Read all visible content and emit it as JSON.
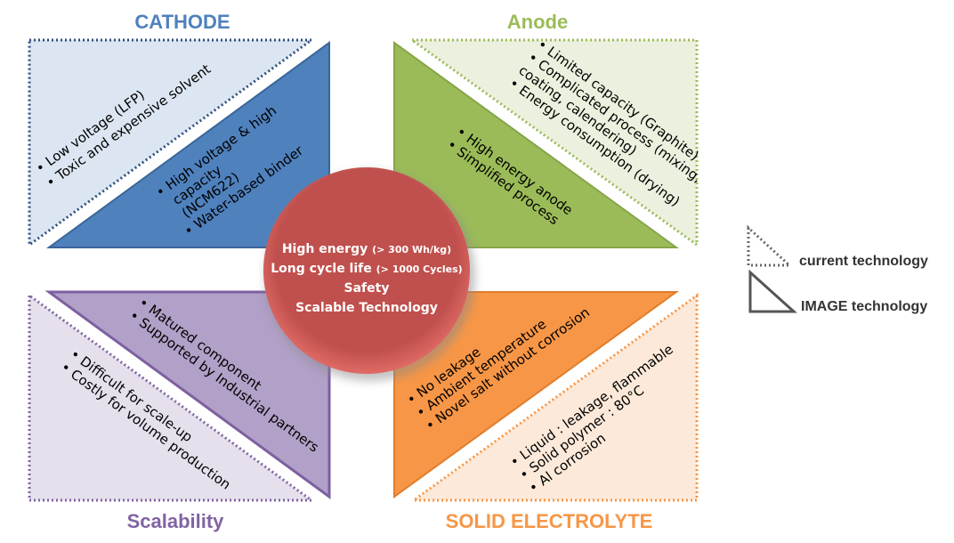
{
  "colors": {
    "cathode": "#4f81bd",
    "anode": "#9bbb59",
    "scalability": "#8064a2",
    "electrolyte": "#f79646",
    "center": "#c0504d"
  },
  "cathode": {
    "title": "CATHODE",
    "current": [
      "• Low voltage (LFP)",
      "• Toxic and expensive solvent"
    ],
    "image": [
      "• High voltage & high",
      "capacity",
      "(NCM622)",
      "• Water-based binder"
    ]
  },
  "anode": {
    "title": "Anode",
    "current": [
      "• Limited capacity (Graphite)",
      "• Complicated process (mixing,",
      "coating, calendering)",
      "• Energy consumption (drying)"
    ],
    "image": [
      "• High energy anode",
      "• Simplified process"
    ]
  },
  "scalability": {
    "title": "Scalability",
    "image": [
      "• Matured component",
      "• Supported by Industrial partners"
    ],
    "current": [
      "• Difficult for scale-up",
      "• Costly for volume production"
    ]
  },
  "electrolyte": {
    "title": "SOLID ELECTROLYTE",
    "image": [
      "• No leakage",
      "• Ambient temperature",
      "• Novel salt without corrosion"
    ],
    "current": [
      "• Liquid : leakage, flammable",
      "• Solid polymer : 80°C",
      "• Al corrosion"
    ]
  },
  "center": {
    "line1": "High energy",
    "line1_note": "(> 300 Wh/kg)",
    "line2": "Long cycle life",
    "line2_note": "(> 1000 Cycles)",
    "line3": "Safety",
    "line4": "Scalable Technology"
  },
  "legend": {
    "current": "current technology",
    "image": "IMAGE technology"
  }
}
